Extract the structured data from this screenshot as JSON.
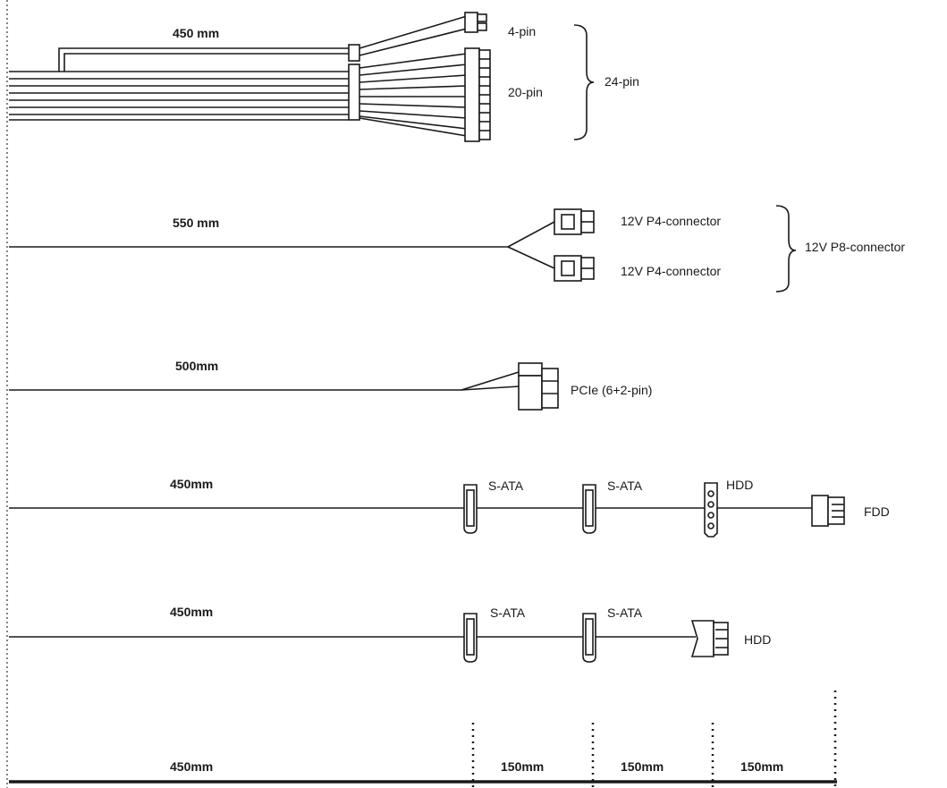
{
  "cables": [
    {
      "length": "450 mm",
      "connectors": [
        "4-pin",
        "20-pin"
      ],
      "group": "24-pin"
    },
    {
      "length": "550 mm",
      "connectors": [
        "12V P4-connector",
        "12V P4-connector"
      ],
      "group": "12V P8-connector"
    },
    {
      "length": "500mm",
      "connectors": [
        "PCIe (6+2-pin)"
      ]
    },
    {
      "length": "450mm",
      "connectors": [
        "S-ATA",
        "S-ATA",
        "HDD",
        "FDD"
      ]
    },
    {
      "length": "450mm",
      "connectors": [
        "S-ATA",
        "S-ATA",
        "HDD"
      ]
    }
  ],
  "scale": {
    "segments": [
      "450mm",
      "150mm",
      "150mm",
      "150mm"
    ]
  }
}
